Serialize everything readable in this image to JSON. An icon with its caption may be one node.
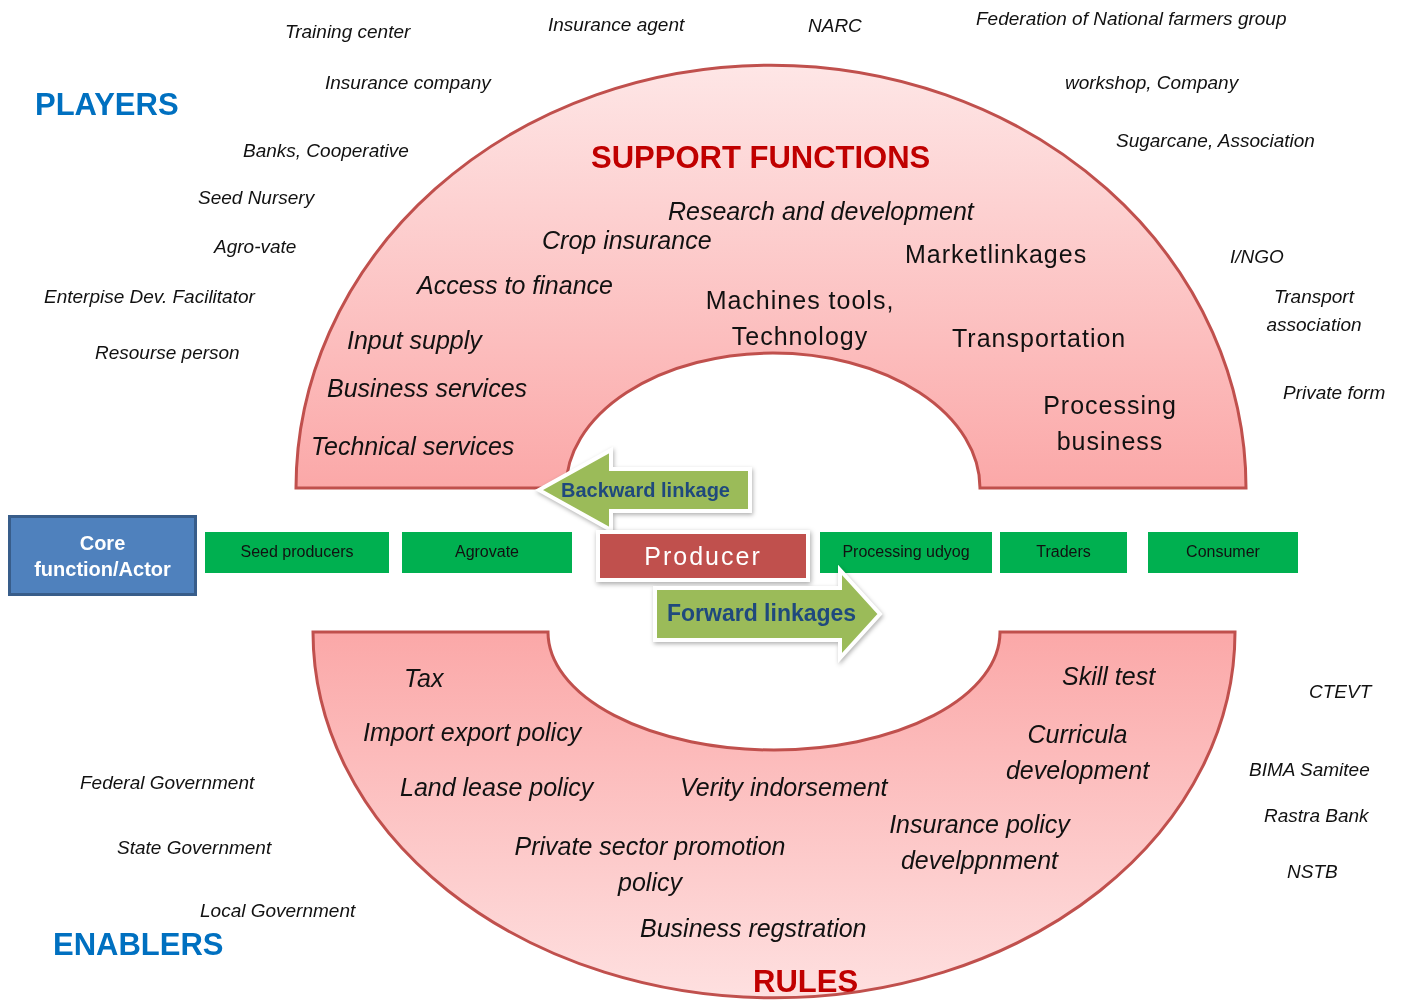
{
  "diagram": {
    "nodes": [
      {
        "text": [
          "SUPPORT FUNCTIONS",
          "Research and development",
          "Crop insurance",
          "Marketlinkages",
          "Access to finance",
          "Input supply",
          "Machines tools, Technology",
          "Transportation",
          "Business services",
          "Processing business",
          "Technical services"
        ]
      },
      {
        "text": [
          "Core function/Actor"
        ]
      },
      {
        "text": [
          "Seed producers"
        ]
      },
      {
        "text": [
          "Agrovate"
        ]
      },
      {
        "text": [
          "Producer"
        ]
      },
      {
        "text": [
          "Processing udyog"
        ]
      },
      {
        "text": [
          "Traders"
        ]
      },
      {
        "text": [
          "Consumer"
        ]
      },
      {
        "text": [
          "Tax",
          "Skill test",
          "Import export policy",
          "Curricula development",
          "Land lease policy",
          "Verity indorsement",
          "Insurance policy develppnment",
          "Private sector promotion policy",
          "Business regstration",
          "RULES"
        ]
      }
    ],
    "edges": [
      {
        "from": 4,
        "to": 0,
        "arrow": "to",
        "label": "Backward linkage",
        "style": "thick"
      },
      {
        "from": 4,
        "to": null,
        "arrow": "to",
        "label": "Forward linkages",
        "style": "thick"
      }
    ],
    "labels": [
      "Training center",
      "Insurance agent",
      "NARC",
      "Federation of National farmers group",
      "PLAYERS",
      "Insurance company",
      "workshop, Company",
      "Banks, Cooperative",
      "Sugarcane, Association",
      "Seed Nursery",
      "Agro-vate",
      "I/NGO",
      "Enterpise Dev. Facilitator",
      "Transport association",
      "Resourse person",
      "Private form",
      "CTEVT",
      "BIMA Samitee",
      "Federal Government",
      "Rastra Bank",
      "State Government",
      "NSTB",
      "Local Government",
      "ENABLERS"
    ]
  }
}
